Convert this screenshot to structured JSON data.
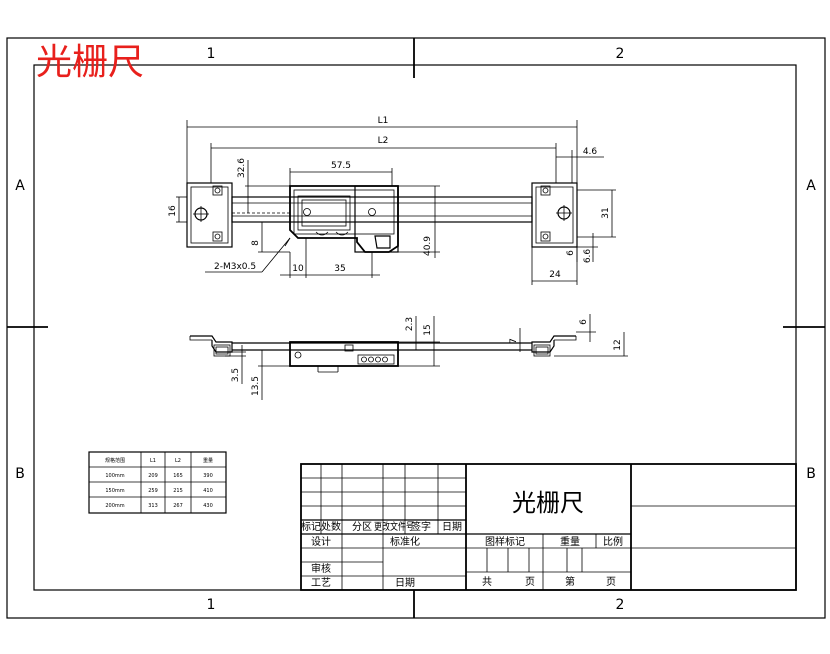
{
  "header": {
    "stamp_title": "光栅尺",
    "stamp_color": "#e8201c"
  },
  "zones": {
    "top": [
      "1",
      "2"
    ],
    "bottom": [
      "1",
      "2"
    ],
    "left": [
      "A",
      "B"
    ],
    "right": [
      "A",
      "B"
    ]
  },
  "front_view": {
    "dims": {
      "L1": "L1",
      "L2": "L2",
      "d57_5": "57.5",
      "d32_6": "32.6",
      "d4_6": "4.6",
      "d16": "16",
      "d8": "8",
      "d40_9": "40.9",
      "d31": "31",
      "d6": "6",
      "d6_6": "6.6",
      "d10": "10",
      "d35": "35",
      "d24": "24"
    },
    "note": "2-M3x0.5"
  },
  "side_view": {
    "dims": {
      "d2_3": "2.3",
      "d15": "15",
      "d7": "7",
      "d6": "6",
      "d12": "12",
      "d3_5": "3.5",
      "d13_5": "13.5"
    }
  },
  "spec_table": {
    "headers": [
      "规格范围",
      "L1",
      "L2",
      "重量"
    ],
    "rows": [
      [
        "100mm",
        "209",
        "165",
        "390"
      ],
      [
        "150mm",
        "259",
        "215",
        "410"
      ],
      [
        "200mm",
        "313",
        "267",
        "430"
      ]
    ]
  },
  "title_block": {
    "part_name": "光栅尺",
    "rev_headers": [
      "标记",
      "处数",
      "分区",
      "更改文件号",
      "签字",
      "日期"
    ],
    "row_design": "设计",
    "row_std": "标准化",
    "row_review": "审核",
    "row_process": "工艺",
    "row_date": "日期",
    "stage_label": "图样标记",
    "weight_label": "重量",
    "scale_label": "比例",
    "total_label": "共",
    "sheet_unit": "页",
    "sheet_label": "第",
    "sheet_unit_2": "页"
  }
}
